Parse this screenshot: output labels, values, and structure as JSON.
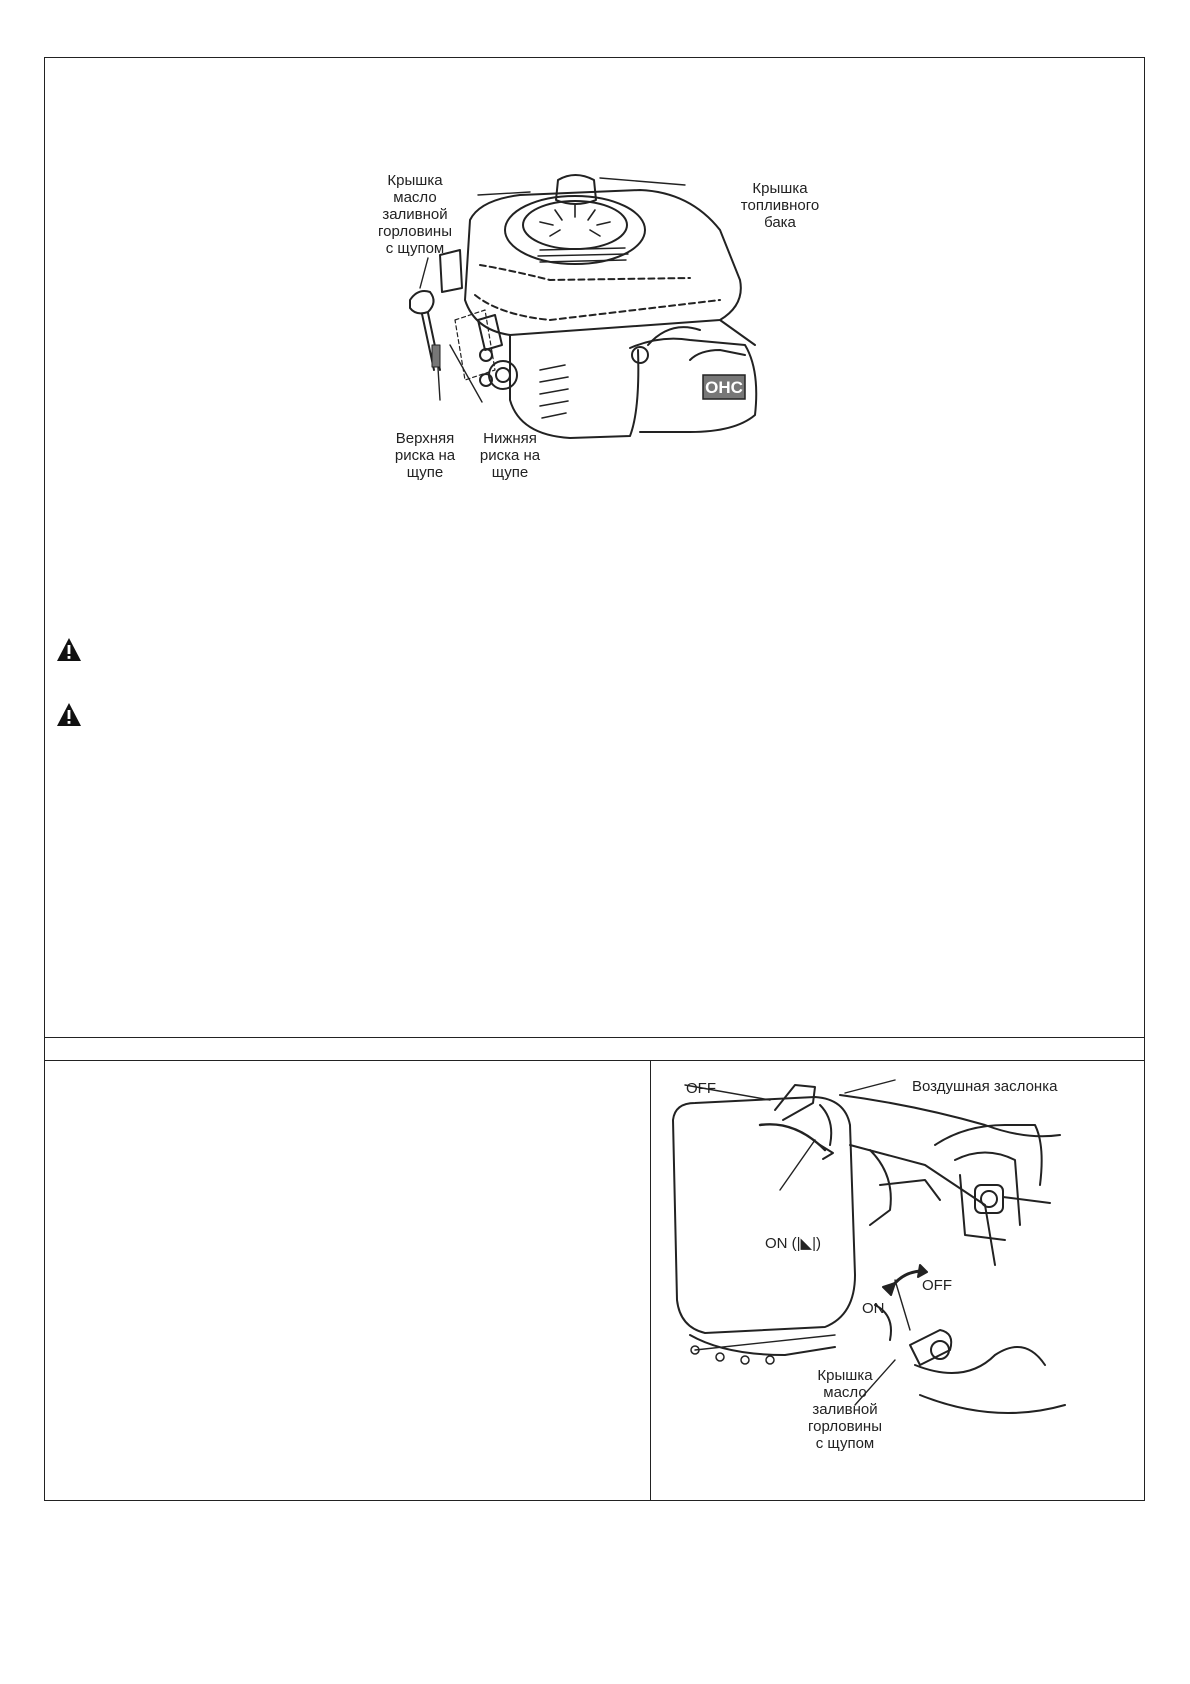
{
  "figure_top": {
    "labels": {
      "oil_cap": "Крышка\nмасло\nзаливной\nгорловины\nс щупом",
      "fuel_cap": "Крышка\nтопливного\nбака",
      "upper_mark": "Верхняя\nриска на\nщупе",
      "lower_mark": "Нижняя\nриска на\nщупе",
      "ohc": "OHC"
    }
  },
  "warnings": [
    {
      "icon": "warning-triangle-icon"
    },
    {
      "icon": "warning-triangle-icon"
    }
  ],
  "figure_bottom": {
    "labels": {
      "off_top": "OFF",
      "choke": "Воздушная заслонка",
      "on_choke": "ON (|◣|)",
      "off_fuel": "OFF",
      "on_fuel": "ON",
      "oil_cap": "Крышка\nмасло\nзаливной\nгорловины\nс щупом"
    }
  }
}
